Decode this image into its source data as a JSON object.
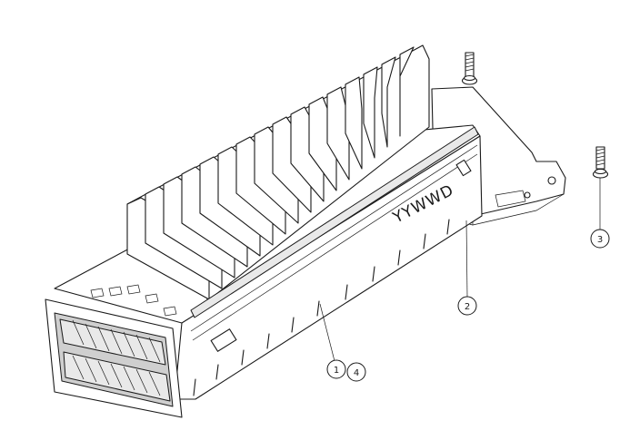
{
  "diagram": {
    "part_marking": "YYWWD",
    "callouts": [
      {
        "id": "c1",
        "label": "1"
      },
      {
        "id": "c4",
        "label": "4"
      },
      {
        "id": "c2",
        "label": "2"
      },
      {
        "id": "c3",
        "label": "3"
      }
    ]
  }
}
